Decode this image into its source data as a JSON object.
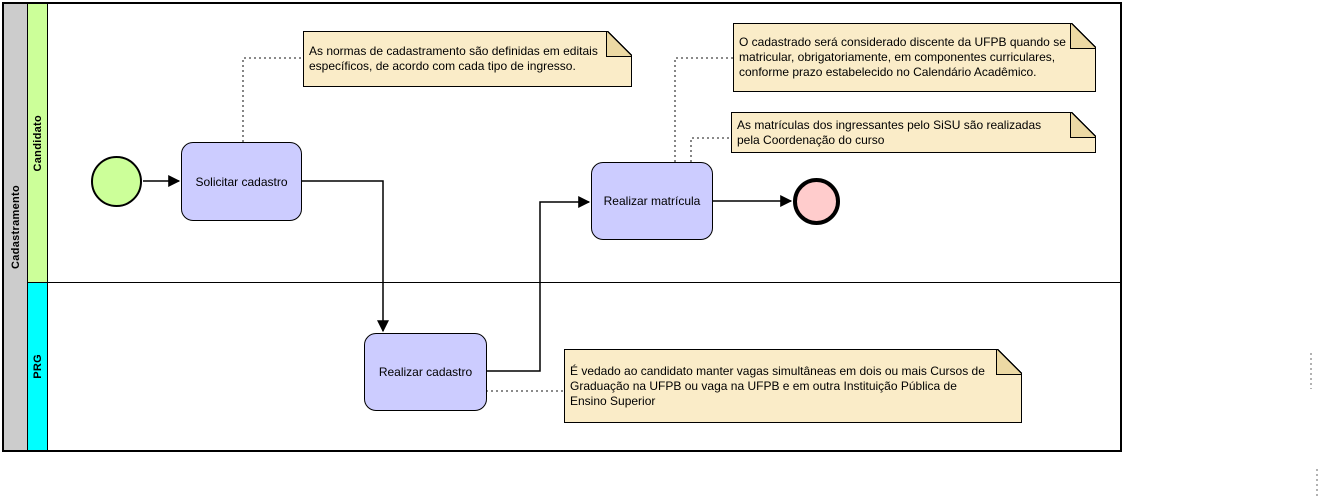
{
  "diagram": {
    "pool": {
      "label": "Cadastramento",
      "header_color": "#cccccc"
    },
    "lanes": [
      {
        "label": "Candidato",
        "color": "#ccff99"
      },
      {
        "label": "PRG",
        "color": "#00ffff"
      }
    ],
    "events": [
      {
        "name": "start-event",
        "type": "start",
        "color": "#ccff99"
      },
      {
        "name": "end-event",
        "type": "end",
        "color": "#ffcccc"
      }
    ],
    "tasks": [
      {
        "label": "Solicitar cadastro",
        "lane": "Candidato"
      },
      {
        "label": "Realizar matrícula",
        "lane": "Candidato"
      },
      {
        "label": "Realizar cadastro",
        "lane": "PRG"
      }
    ],
    "task_color": "#ccccff",
    "annotations": [
      {
        "text": "As normas de cadastramento são definidas em editais específicos, de acordo com cada tipo de ingresso."
      },
      {
        "text": "O cadastrado será considerado discente da UFPB quando se matricular, obrigatoriamente, em componentes curriculares, conforme prazo estabelecido no Calendário Acadêmico."
      },
      {
        "text": "As matrículas dos ingressantes pelo SiSU são realizadas pela Coordenação do curso"
      },
      {
        "text": "É vedado ao candidato manter vagas simultâneas em dois ou mais Cursos de Graduação na UFPB ou vaga na UFPB e em outra Instituição Pública de Ensino Superior"
      }
    ],
    "note_color": "#faecc8"
  }
}
